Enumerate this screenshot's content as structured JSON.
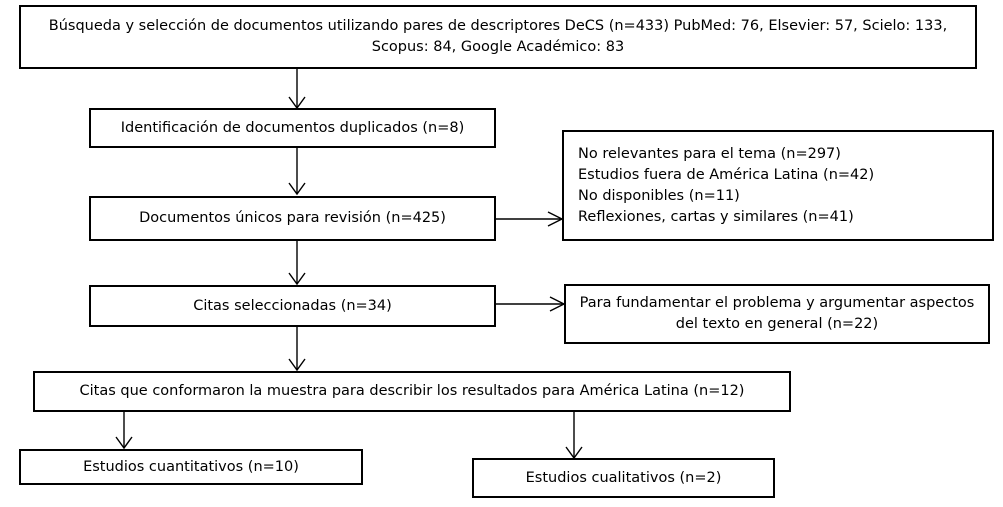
{
  "boxes": {
    "search": {
      "line1": "Búsqueda y selección de documentos utilizando pares de descriptores  DeCS (n=433) PubMed: 76, Elsevier: 57, Scielo: 133,",
      "line2": "Scopus: 84, Google Académico: 83"
    },
    "duplicates": "Identificación de documentos duplicados (n=8)",
    "unique": "Documentos únicos para revisión (n=425)",
    "excluded": [
      "No relevantes para el tema (n=297)",
      "Estudios fuera de América Latina (n=42)",
      "No disponibles (n=11)",
      "Reflexiones, cartas y similares (n=41)"
    ],
    "selected": "Citas seleccionadas (n=34)",
    "background": {
      "line1": "Para fundamentar el problema y argumentar aspectos",
      "line2": "del texto en general (n=22)"
    },
    "sample": "Citas que conformaron la muestra para describir los resultados para América Latina (n=12)",
    "quantitative": "Estudios cuantitativos (n=10)",
    "qualitative": "Estudios cualitativos (n=2)"
  }
}
